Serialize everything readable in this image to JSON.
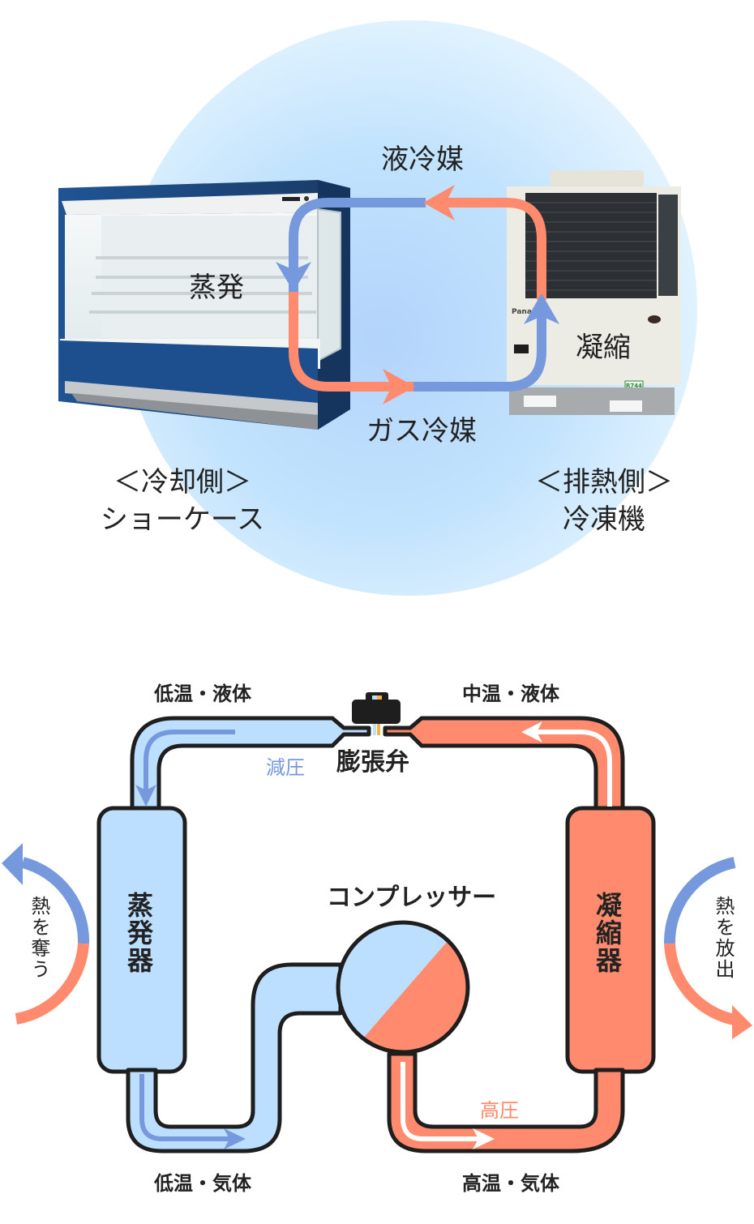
{
  "colors": {
    "cold": "#7698dc",
    "hot": "#ff8a6d",
    "cold_fill": "#bcdeff",
    "hot_fill": "#ff8a6d",
    "outline": "#1e1e1e",
    "case_blue": "#1a4a8a",
    "unit_beige": "#ecebe4"
  },
  "top": {
    "liquid_refrigerant": "液冷媒",
    "gas_refrigerant": "ガス冷媒",
    "evaporation": "蒸発",
    "condensation": "凝縮",
    "cooling_side": {
      "title": "＜冷却側＞",
      "name": "ショーケース"
    },
    "exhaust_side": {
      "title": "＜排熱側＞",
      "name": "冷凍機"
    },
    "unit_brand": "Panaso",
    "unit_badge": "R744"
  },
  "cycle": {
    "low_temp_liquid": "低温・液体",
    "mid_temp_liquid": "中温・液体",
    "low_temp_gas": "低温・気体",
    "high_temp_gas": "高温・気体",
    "decompression": "減圧",
    "high_pressure": "高圧",
    "expansion_valve": "膨張弁",
    "compressor": "コンプレッサー",
    "evaporator": "蒸発器",
    "condenser": "凝縮器",
    "heat_absorb": "熱を奪う",
    "heat_release": "熱を放出"
  }
}
